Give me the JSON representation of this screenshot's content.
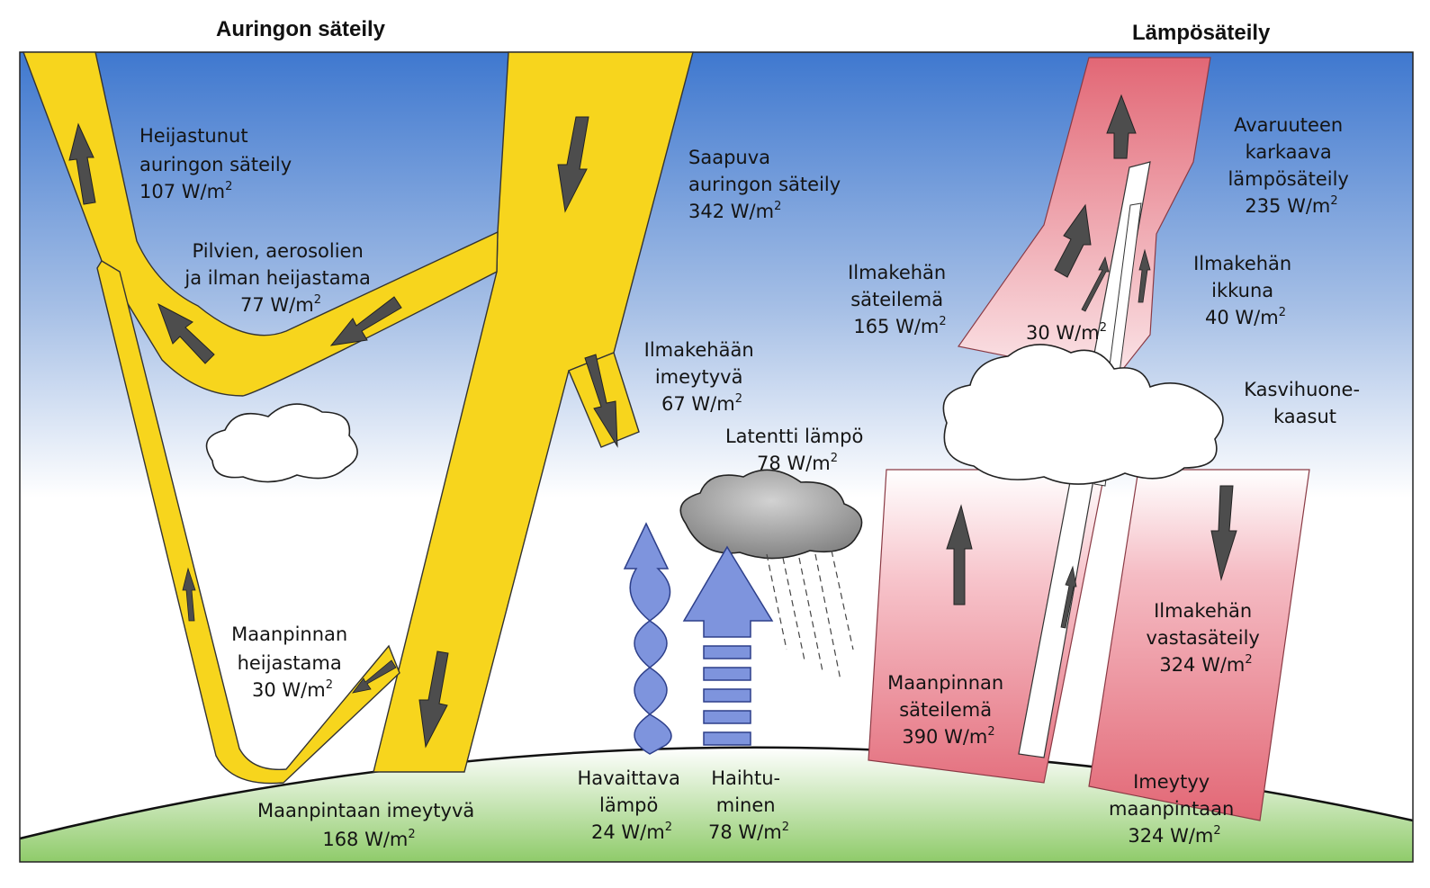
{
  "headers": {
    "solar": "Auringon säteily",
    "thermal": "Lämpösäteily"
  },
  "labels": {
    "reflected_solar": [
      "Heijastunut",
      "auringon säteily",
      "107 W/m",
      "2"
    ],
    "incoming_solar": [
      "Saapuva",
      "auringon säteily",
      "342 W/m",
      "2"
    ],
    "cloud_reflected": [
      "Pilvien, aerosolien",
      "ja ilman heijastama",
      "77 W/m",
      "2"
    ],
    "atmos_absorbed": [
      "Ilmakehään",
      "imeytyvä",
      "67 W/m",
      "2"
    ],
    "surface_reflected": [
      "Maanpinnan",
      "heijastama",
      "30 W/m",
      "2"
    ],
    "surface_absorbed": [
      "Maanpintaan imeytyvä",
      "168 W/m",
      "2"
    ],
    "latent_heat": [
      "Latentti lämpö",
      "78 W/m",
      "2"
    ],
    "sensible_heat": [
      "Havaittava",
      "lämpö",
      "24 W/m",
      "2"
    ],
    "evaporation": [
      "Haihtu-",
      "minen",
      "78 W/m",
      "2"
    ],
    "atmos_emitted": [
      "Ilmakehän",
      "säteilemä",
      "165 W/m",
      "2"
    ],
    "window_30": [
      "30 W/m",
      "2"
    ],
    "escaping": [
      "Avaruuteen",
      "karkaava",
      "lämpösäteily",
      "235 W/m",
      "2"
    ],
    "window": [
      "Ilmakehän",
      "ikkuna",
      "40 W/m",
      "2"
    ],
    "greenhouse": [
      "Kasvihuone-",
      "kaasut"
    ],
    "surface_emitted": [
      "Maanpinnan",
      "säteilemä",
      "390 W/m",
      "2"
    ],
    "back_radiation": [
      "Ilmakehän",
      "vastasäteily",
      "324 W/m",
      "2"
    ],
    "absorbed_surface": [
      "Imeytyy",
      "maanpintaan",
      "324 W/m",
      "2"
    ]
  },
  "colors": {
    "solar_band": "#f7d51d",
    "thermal_band": "#e4717f",
    "sky_top": "#3f78cf",
    "ground": "#8fcb6a",
    "heat_arrow": "#7e94dd",
    "flow_arrow": "#4d4d4d"
  }
}
